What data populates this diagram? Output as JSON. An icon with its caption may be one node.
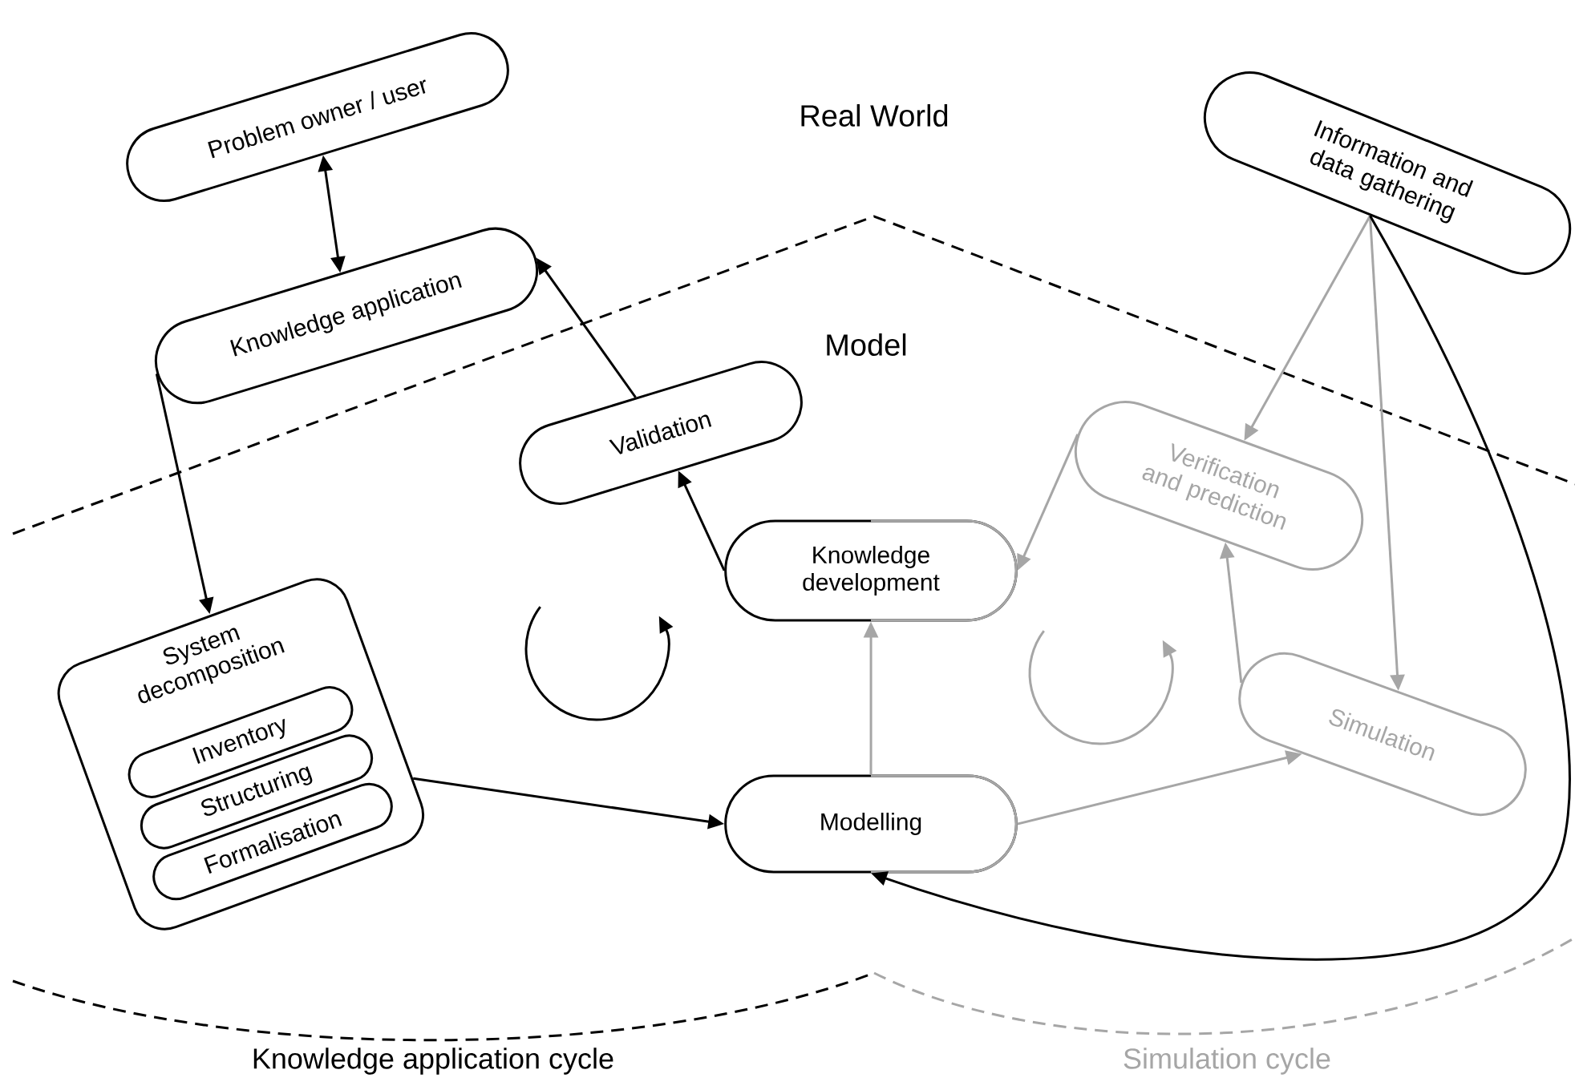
{
  "diagram": {
    "nodes": [
      {
        "text": [
          "Problem owner / user"
        ]
      },
      {
        "text": [
          "Knowledge application"
        ]
      },
      {
        "text": [
          "Validation"
        ]
      },
      {
        "text": [
          "Information and data gathering"
        ]
      },
      {
        "text": [
          "Verification and prediction"
        ]
      },
      {
        "text": [
          "Knowledge development"
        ]
      },
      {
        "text": [
          "System decomposition"
        ]
      },
      {
        "text": [
          "Inventory"
        ],
        "in": 6
      },
      {
        "text": [
          "Structuring"
        ],
        "in": 6
      },
      {
        "text": [
          "Formalisation"
        ],
        "in": 6
      },
      {
        "text": [
          "Simulation"
        ]
      },
      {
        "text": [
          "Modelling"
        ]
      }
    ],
    "edges": [
      {
        "from": 0,
        "to": 1,
        "arrow": "both"
      },
      {
        "from": 1,
        "to": 6,
        "arrow": "to"
      },
      {
        "from": 2,
        "to": 1,
        "arrow": "to"
      },
      {
        "from": 5,
        "to": 2,
        "arrow": "to"
      },
      {
        "from": 6,
        "to": 11,
        "arrow": "to"
      },
      {
        "from": 11,
        "to": 5,
        "arrow": "to",
        "color": "#a6a6a6"
      },
      {
        "from": 3,
        "to": 4,
        "arrow": "to",
        "color": "#a6a6a6"
      },
      {
        "from": 3,
        "to": 10,
        "arrow": "to",
        "color": "#a6a6a6"
      },
      {
        "from": 3,
        "to": 11,
        "arrow": "to"
      },
      {
        "from": 4,
        "to": 5,
        "arrow": "to",
        "color": "#a6a6a6"
      },
      {
        "from": 10,
        "to": 4,
        "arrow": "to",
        "color": "#a6a6a6"
      },
      {
        "from": 11,
        "to": 10,
        "arrow": "to",
        "color": "#a6a6a6"
      }
    ],
    "labels": [
      "Real World",
      "Model",
      "Knowledge application cycle",
      "Simulation cycle"
    ]
  }
}
